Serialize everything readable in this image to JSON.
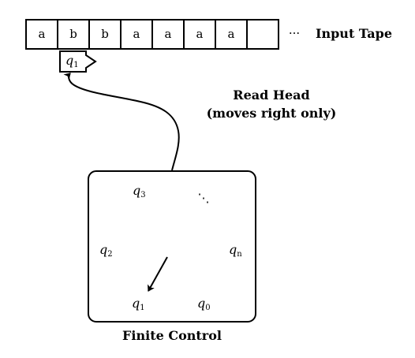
{
  "tape": {
    "cells": [
      "a",
      "b",
      "b",
      "a",
      "a",
      "a",
      "a",
      ""
    ],
    "ellipsis": "···",
    "label": "Input Tape"
  },
  "head": {
    "state_base": "q",
    "state_sub": "1",
    "label_line1": "Read Head",
    "label_line2": "(moves right only)"
  },
  "control": {
    "label": "Finite Control",
    "states": [
      {
        "base": "q",
        "sub": "3"
      },
      {
        "base": "q",
        "sub": "2"
      },
      {
        "base": "q",
        "sub": "n"
      },
      {
        "base": "q",
        "sub": "1"
      },
      {
        "base": "q",
        "sub": "0"
      }
    ],
    "ellipsis": "⋱"
  }
}
